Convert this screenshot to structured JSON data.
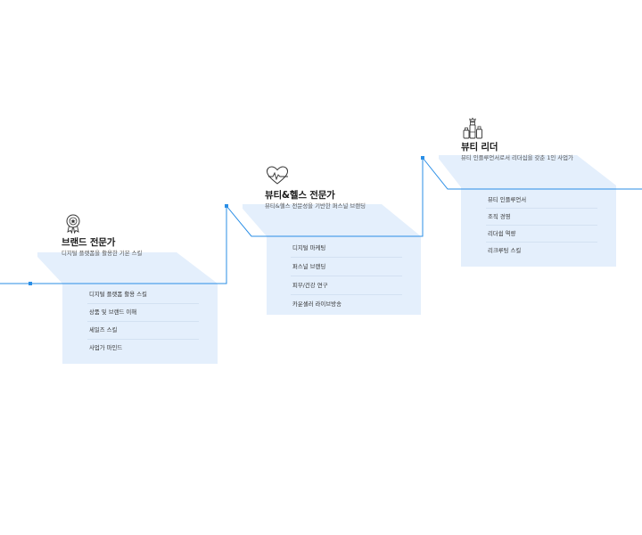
{
  "accent_color": "#2a8ee6",
  "panel_color": "#e4effc",
  "stages": [
    {
      "icon": "award-ribbon-icon",
      "title": "브랜드 전문가",
      "subtitle": "디지털 플랫폼을 활용한 기본 스킬",
      "items": [
        "디지털 플랫폼 활용 스킬",
        "상품 및 브랜드 이해",
        "세일즈 스킬",
        "사업가 마인드"
      ]
    },
    {
      "icon": "heart-pulse-icon",
      "title": "뷰티&헬스 전문가",
      "subtitle": "뷰티&헬스 전문성을 기반한 퍼스널 브랜딩",
      "items": [
        "디지털 마케팅",
        "퍼스널 브랜딩",
        "피부/건강 연구",
        "카운셀러 라이브방송"
      ]
    },
    {
      "icon": "cosmetics-crown-icon",
      "title": "뷰티 리더",
      "subtitle": "뷰티 인플루언서로서 리더십을 갖춘 1인 사업가",
      "items": [
        "뷰티 인플루언서",
        "조직 경영",
        "리더쉽 역량",
        "리크루팅 스킬"
      ]
    }
  ]
}
